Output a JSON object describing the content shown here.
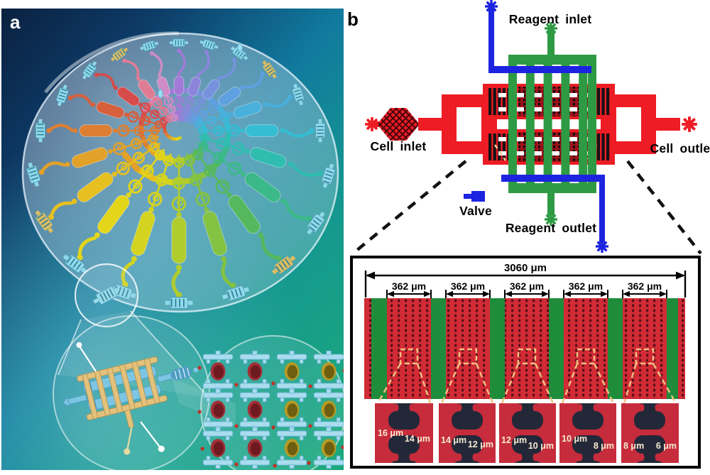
{
  "panels": {
    "a_label": "a",
    "b_label": "b"
  },
  "panel_b": {
    "labels": {
      "reagent_inlet": "Reagent inlet",
      "reagent_outlet": "Reagent outlet",
      "cell_inlet": "Cell inlet",
      "cell_outlet": "Cell outlet",
      "valve": "Valve"
    },
    "colors": {
      "cell_path_red": "#ee1c24",
      "reagent_path_green": "#2e9b44",
      "valve_blue": "#1c24e0",
      "comb_black": "#121216"
    },
    "detail_inset": {
      "overall_width": "3060 μm",
      "segment_widths": [
        "362 μm",
        "362 μm",
        "362 μm",
        "362 μm",
        "362 μm"
      ],
      "trap_sizes": [
        {
          "left": "16 μm",
          "right": "14 μm"
        },
        {
          "left": "14 μm",
          "right": "12 μm"
        },
        {
          "left": "12 μm",
          "right": "10 μm"
        },
        {
          "left": "10 μm",
          "right": "8 μm"
        },
        {
          "left": "8 μm",
          "right": "6 μm"
        }
      ],
      "colors": {
        "column_red": "#d22b35",
        "band_green": "#1f8c3c",
        "zoom_red": "#c62c3c",
        "trap_navy": "#232838",
        "callout_dash": "#f2c083"
      }
    }
  },
  "panel_a": {
    "unit_colors": [
      "#a379d8",
      "#8d85dc",
      "#7692de",
      "#5fa0e0",
      "#49b0dc",
      "#35bdd3",
      "#2fbdb0",
      "#3cb988",
      "#55b85e",
      "#83c243",
      "#b1cc2d",
      "#d4d31f",
      "#e3d51a",
      "#e5c020",
      "#e2a129",
      "#dc7f33",
      "#d75f3c",
      "#d74b4b",
      "#e07b94",
      "#cf8cc6"
    ],
    "chip_cyan": "#8fd9ea",
    "chip_gold": "#dcbd62",
    "background": {
      "top": "#0a2140",
      "upper_mid": "#0d3a66",
      "mid": "#117a9e",
      "lower_mid": "#15998e",
      "bottom": "#1ca87c"
    },
    "trap_cell_red_outer": "#a23038",
    "trap_cell_red_inner": "#6e1a20",
    "trap_cell_yellow_outer": "#b69a26",
    "trap_cell_yellow_inner": "#6e5f10",
    "trap_body": "#a9dcee"
  }
}
